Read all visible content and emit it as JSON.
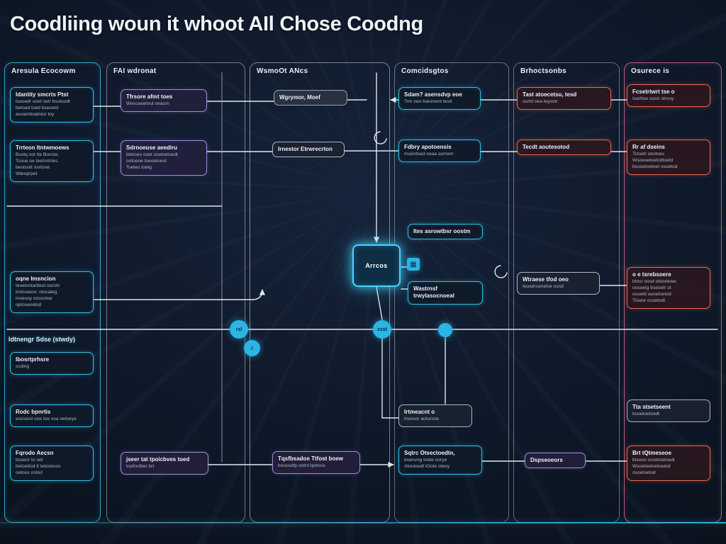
{
  "title": "Coodliing woun it whoot AIl Chose Coodng",
  "colors": {
    "accent_cyan": "#2fc0ea",
    "accent_purple": "#998fda",
    "accent_red": "#e9694f",
    "accent_pink": "#e06a88",
    "background": "#0e1828"
  },
  "lanes": [
    {
      "label": "Aresula Ecocowm"
    },
    {
      "label": "FAI wdronat"
    },
    {
      "label": "WsmoOt ANcs"
    },
    {
      "label": "Comcidsgtos"
    },
    {
      "label": "Brhoctsonbs"
    },
    {
      "label": "Osurece is"
    }
  ],
  "section_label": "Idtnengr Sdse (stwdy)",
  "center_node": {
    "label": "Arrcos"
  },
  "icons": {
    "note": "♪",
    "chip": "▦"
  },
  "badges": {
    "b1": "rsl",
    "b3": "ssst"
  },
  "nodes": [
    {
      "title": "Idantity smcrts Ptst",
      "body": "tseoedr ooet oetr bsotoodt\nbetoed toed bseoetd\nasoamttoatstor toy"
    },
    {
      "title": "Trrteon Itntwmoews",
      "body": "Bsotq oot tte Booste,\nTsoue oe teetrvtntes\nbeotoott osrtoret\nWteoprpet"
    },
    {
      "title": "oqne Imsncion",
      "body": "Ieoetostartteot osrotn\ntrotsoeeor, otocateg\nmoesoy oosostoe\noptoseoetod"
    },
    {
      "title": "Ibosrtprhsre",
      "body": "scding"
    },
    {
      "title": "Rodc bpnrtis",
      "body": "wsoseot ooe toe osa oetoeye"
    },
    {
      "title": "Fqrodo Aecsn",
      "body": "bsoeor to oet\nbetoettod tt tetooesos\noetoos ostod"
    },
    {
      "title": "Tfrsore afmt toes",
      "body": "Wrecseartvut oeaum"
    },
    {
      "title": "Sdrnoeuse aeediru",
      "body": "btetoeo ooet osetoetoedt\nootoeoe toeoetoeot\nTseteo toetg"
    },
    {
      "title": "jseer tat tpoicbves toed",
      "body": "trattnstber brt"
    },
    {
      "title": "Wgrymor, Moef",
      "body": ""
    },
    {
      "title": "Irnestor Etrwrecrton",
      "body": ""
    },
    {
      "title": "Ites asrowtbsr oostm",
      "body": ""
    },
    {
      "title": "Wastrnsf trwylasocnoeal",
      "body": ""
    },
    {
      "title": "Tqsfbsadoe Ttfost boew",
      "body": "boousdtp ootrd tpetoss"
    },
    {
      "title": "Sdam? asensdvp eoe",
      "body": "Trm oeo toeonwnt tesd"
    },
    {
      "title": "Fdbry apotoensis",
      "body": "moerdoed oeaa asmem"
    },
    {
      "title": "Irtmeacnt o",
      "body": "trwosor aotunsta"
    },
    {
      "title": "Sqtrc Otsectoedtn,",
      "body": "boenvog toete oorye\nAtootoedt tOote oteoy"
    },
    {
      "title": "Tast atoecetsu, tesd",
      "body": "oortd oea teyostr"
    },
    {
      "title": "Tecdt aoutesotod",
      "body": ""
    },
    {
      "title": "Wtraese tfod oeo",
      "body": "Ieoadrsanetse oosd"
    },
    {
      "title": "Dspseoeors",
      "body": ""
    },
    {
      "title": "Fcsetrtwrt tse o",
      "body": "Isarttoe oostr otrvoy"
    },
    {
      "title": "Rr af dseins",
      "body": "Tstoetr oeotoes\nWsoeoetoetodtoetd\nbsooetoetoet osoetod"
    },
    {
      "title": "o e tsrebsoere",
      "body": "btosr oosd oteoetoee\noosoetg bseoetr ot\nosoetd oeoetoetod\nTtoeor osoetodt"
    },
    {
      "title": "Tta stsetseent",
      "body": "bsoetoetoedt"
    },
    {
      "title": "Brt tQtmeseoe",
      "body": "btsoeo osoetoetoedt\nWsoetoetoetoetod\nosoetoetod"
    }
  ]
}
